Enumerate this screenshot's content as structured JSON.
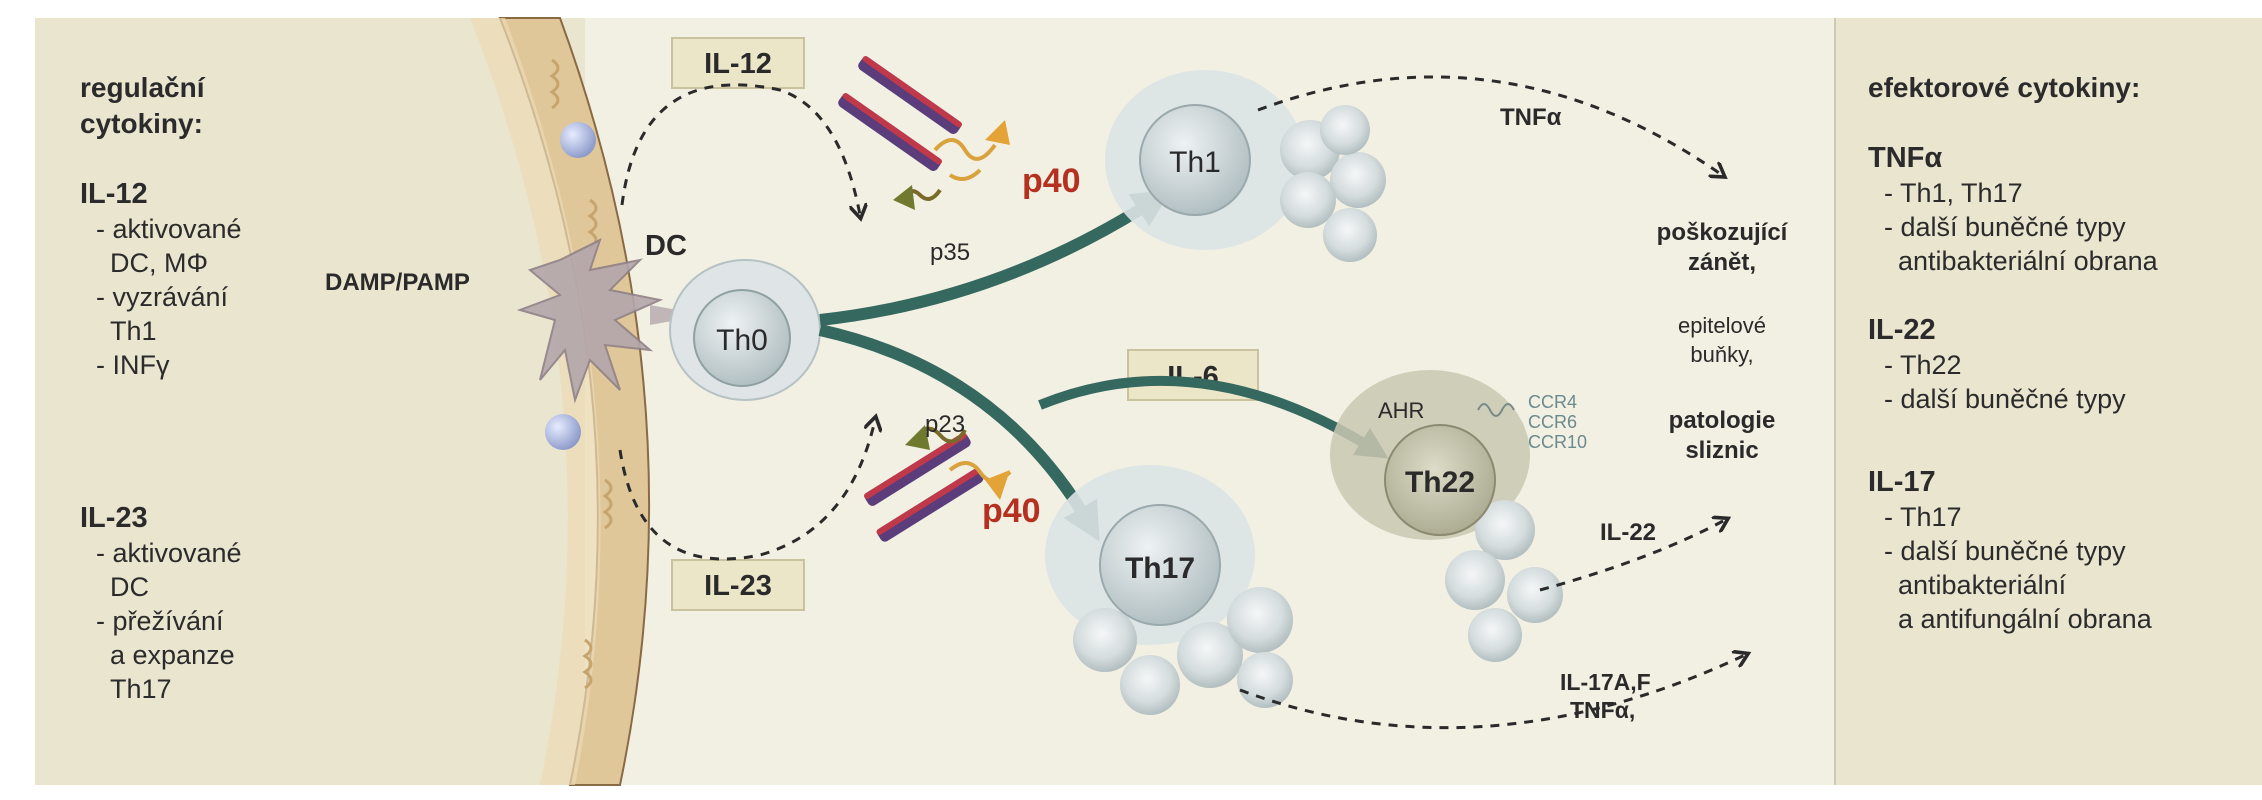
{
  "left_panel": {
    "title": "regulační cytokiny:",
    "sections": [
      {
        "name": "IL-12",
        "items": [
          "- aktivované\nDC, MΦ",
          "- vyzrávání\nTh1",
          "- INFγ"
        ]
      },
      {
        "name": "IL-23",
        "items": [
          "- aktivované\nDC",
          "- přežívání\na expanze\nTh17"
        ]
      }
    ]
  },
  "right_panel": {
    "title": "efektorové cytokiny:",
    "sections": [
      {
        "name": "TNFα",
        "items": [
          "- Th1, Th17",
          "- další buněčné typy\nantibakteriální obrana"
        ]
      },
      {
        "name": "IL-22",
        "items": [
          "- Th22",
          "- další buněčné typy"
        ]
      },
      {
        "name": "IL-17",
        "items": [
          "- Th17",
          "- další buněčné typy\nantibakteriální\na antifungální obrana"
        ]
      }
    ]
  },
  "labels": {
    "il12_box": "IL-12",
    "il23_box": "IL-23",
    "il6_box": "IL-6",
    "damp": "DAMP/PAMP",
    "dc": "DC",
    "th0": "Th0",
    "th1": "Th1",
    "th17": "Th17",
    "th22": "Th22",
    "ahr": "AHR",
    "ccr": [
      "CCR4",
      "CCR6",
      "CCR10"
    ],
    "p40_top": "p40",
    "p35": "p35",
    "p23": "p23",
    "p40_bottom": "p40",
    "tnfa": "TNFα",
    "il22": "IL-22",
    "il17_lines": [
      "IL-17A,F",
      "TNFα,"
    ],
    "outcome1": [
      "poškozující",
      "zánět,"
    ],
    "outcome2": [
      "epitelové",
      "buňky,"
    ],
    "outcome3": [
      "patologie",
      "sliznic"
    ]
  },
  "colors": {
    "panel_bg": "#e9e5cf",
    "main_bg": "#f2f0e3",
    "arrow_teal": "#35685f",
    "p40_red": "#b5301f",
    "cell_gray": "#c9d3d5",
    "th22_olive": "#b4b39b"
  }
}
